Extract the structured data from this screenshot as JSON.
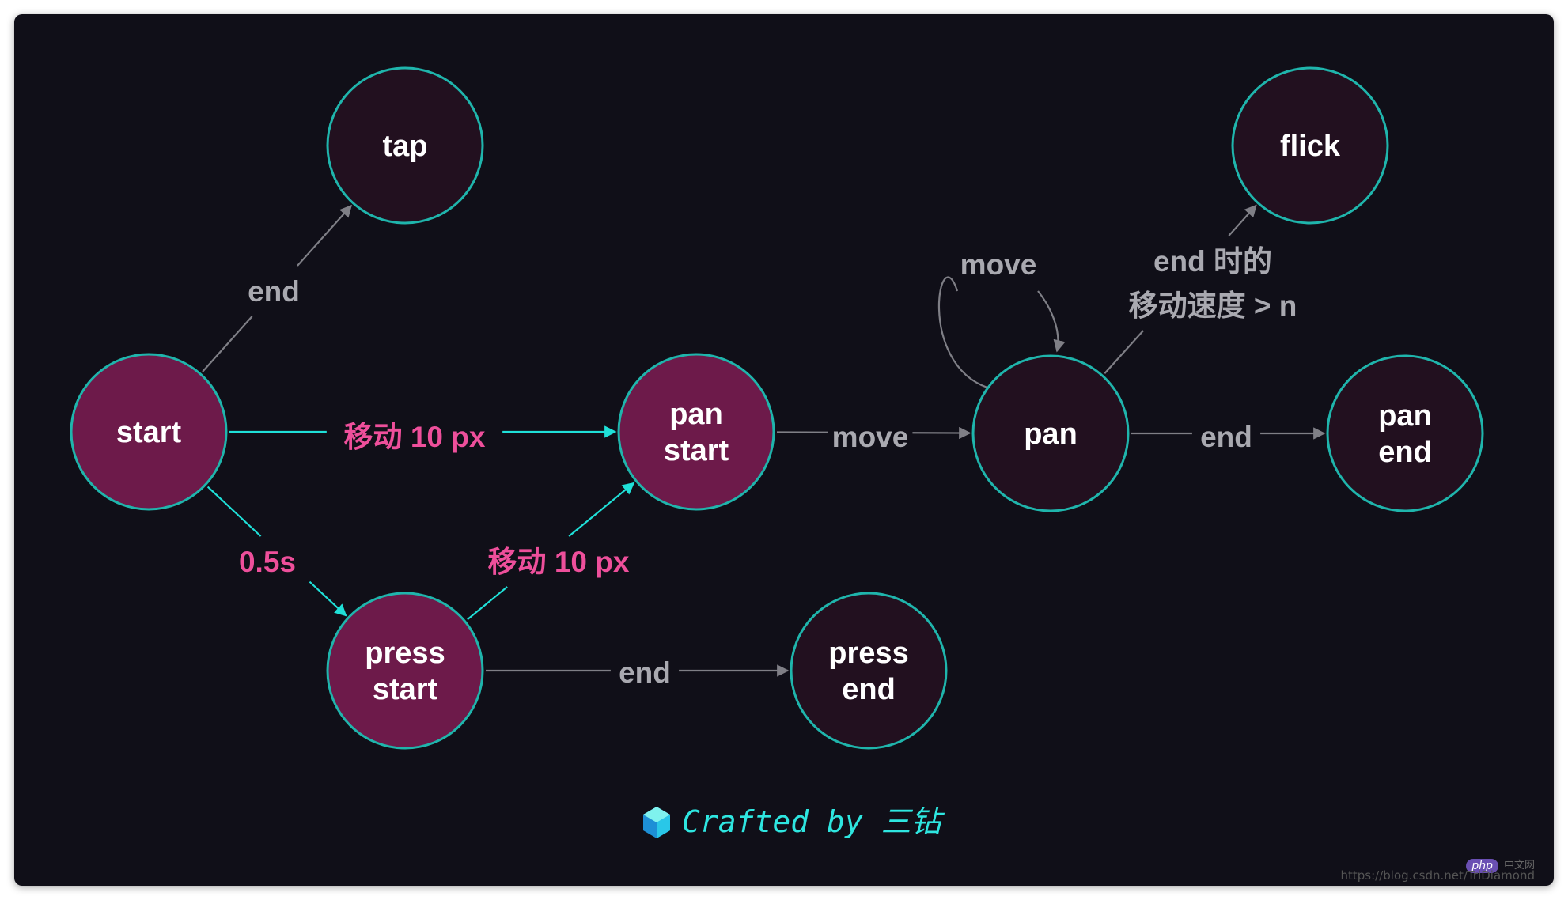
{
  "colors": {
    "background": "#100f18",
    "node_stroke": "#1fb5ac",
    "node_fill_active": "#6d1a4a",
    "node_fill_inactive": "#22101f",
    "edge_highlight": "#1fe0d8",
    "edge_normal": "#7f7f86",
    "label_highlight": "#ee4f9b",
    "label_normal": "#a9a9b0"
  },
  "nodes": [
    {
      "id": "start",
      "label": [
        "start"
      ],
      "active": true
    },
    {
      "id": "tap",
      "label": [
        "tap"
      ],
      "active": false
    },
    {
      "id": "pan_start",
      "label": [
        "pan",
        "start"
      ],
      "active": true
    },
    {
      "id": "press_start",
      "label": [
        "press",
        "start"
      ],
      "active": true
    },
    {
      "id": "press_end",
      "label": [
        "press",
        "end"
      ],
      "active": false
    },
    {
      "id": "pan",
      "label": [
        "pan"
      ],
      "active": false
    },
    {
      "id": "flick",
      "label": [
        "flick"
      ],
      "active": false
    },
    {
      "id": "pan_end",
      "label": [
        "pan",
        "end"
      ],
      "active": false
    }
  ],
  "edges": [
    {
      "id": "start-tap",
      "from": "start",
      "to": "tap",
      "label": [
        "end"
      ],
      "highlight": false
    },
    {
      "id": "start-pan_start",
      "from": "start",
      "to": "pan_start",
      "label": [
        "移动 10 px"
      ],
      "highlight": true
    },
    {
      "id": "start-press_start",
      "from": "start",
      "to": "press_start",
      "label": [
        "0.5s"
      ],
      "highlight": true
    },
    {
      "id": "press_start-pan_start",
      "from": "press_start",
      "to": "pan_start",
      "label": [
        "移动 10 px"
      ],
      "highlight": true
    },
    {
      "id": "press_start-press_end",
      "from": "press_start",
      "to": "press_end",
      "label": [
        "end"
      ],
      "highlight": false
    },
    {
      "id": "pan_start-pan",
      "from": "pan_start",
      "to": "pan",
      "label": [
        "move"
      ],
      "highlight": false
    },
    {
      "id": "pan-pan",
      "from": "pan",
      "to": "pan",
      "label": [
        "move"
      ],
      "highlight": false
    },
    {
      "id": "pan-flick",
      "from": "pan",
      "to": "flick",
      "label": [
        "end 时的",
        "移动速度 > n"
      ],
      "highlight": false
    },
    {
      "id": "pan-pan_end",
      "from": "pan",
      "to": "pan_end",
      "label": [
        "end"
      ],
      "highlight": false
    }
  ],
  "credit": {
    "text": "Crafted by 三钻",
    "icon": "cube-icon"
  },
  "watermark": {
    "url": "https://blog.csdn.net/TriDiamond",
    "badge": "php",
    "badge_suffix": "中文网"
  }
}
